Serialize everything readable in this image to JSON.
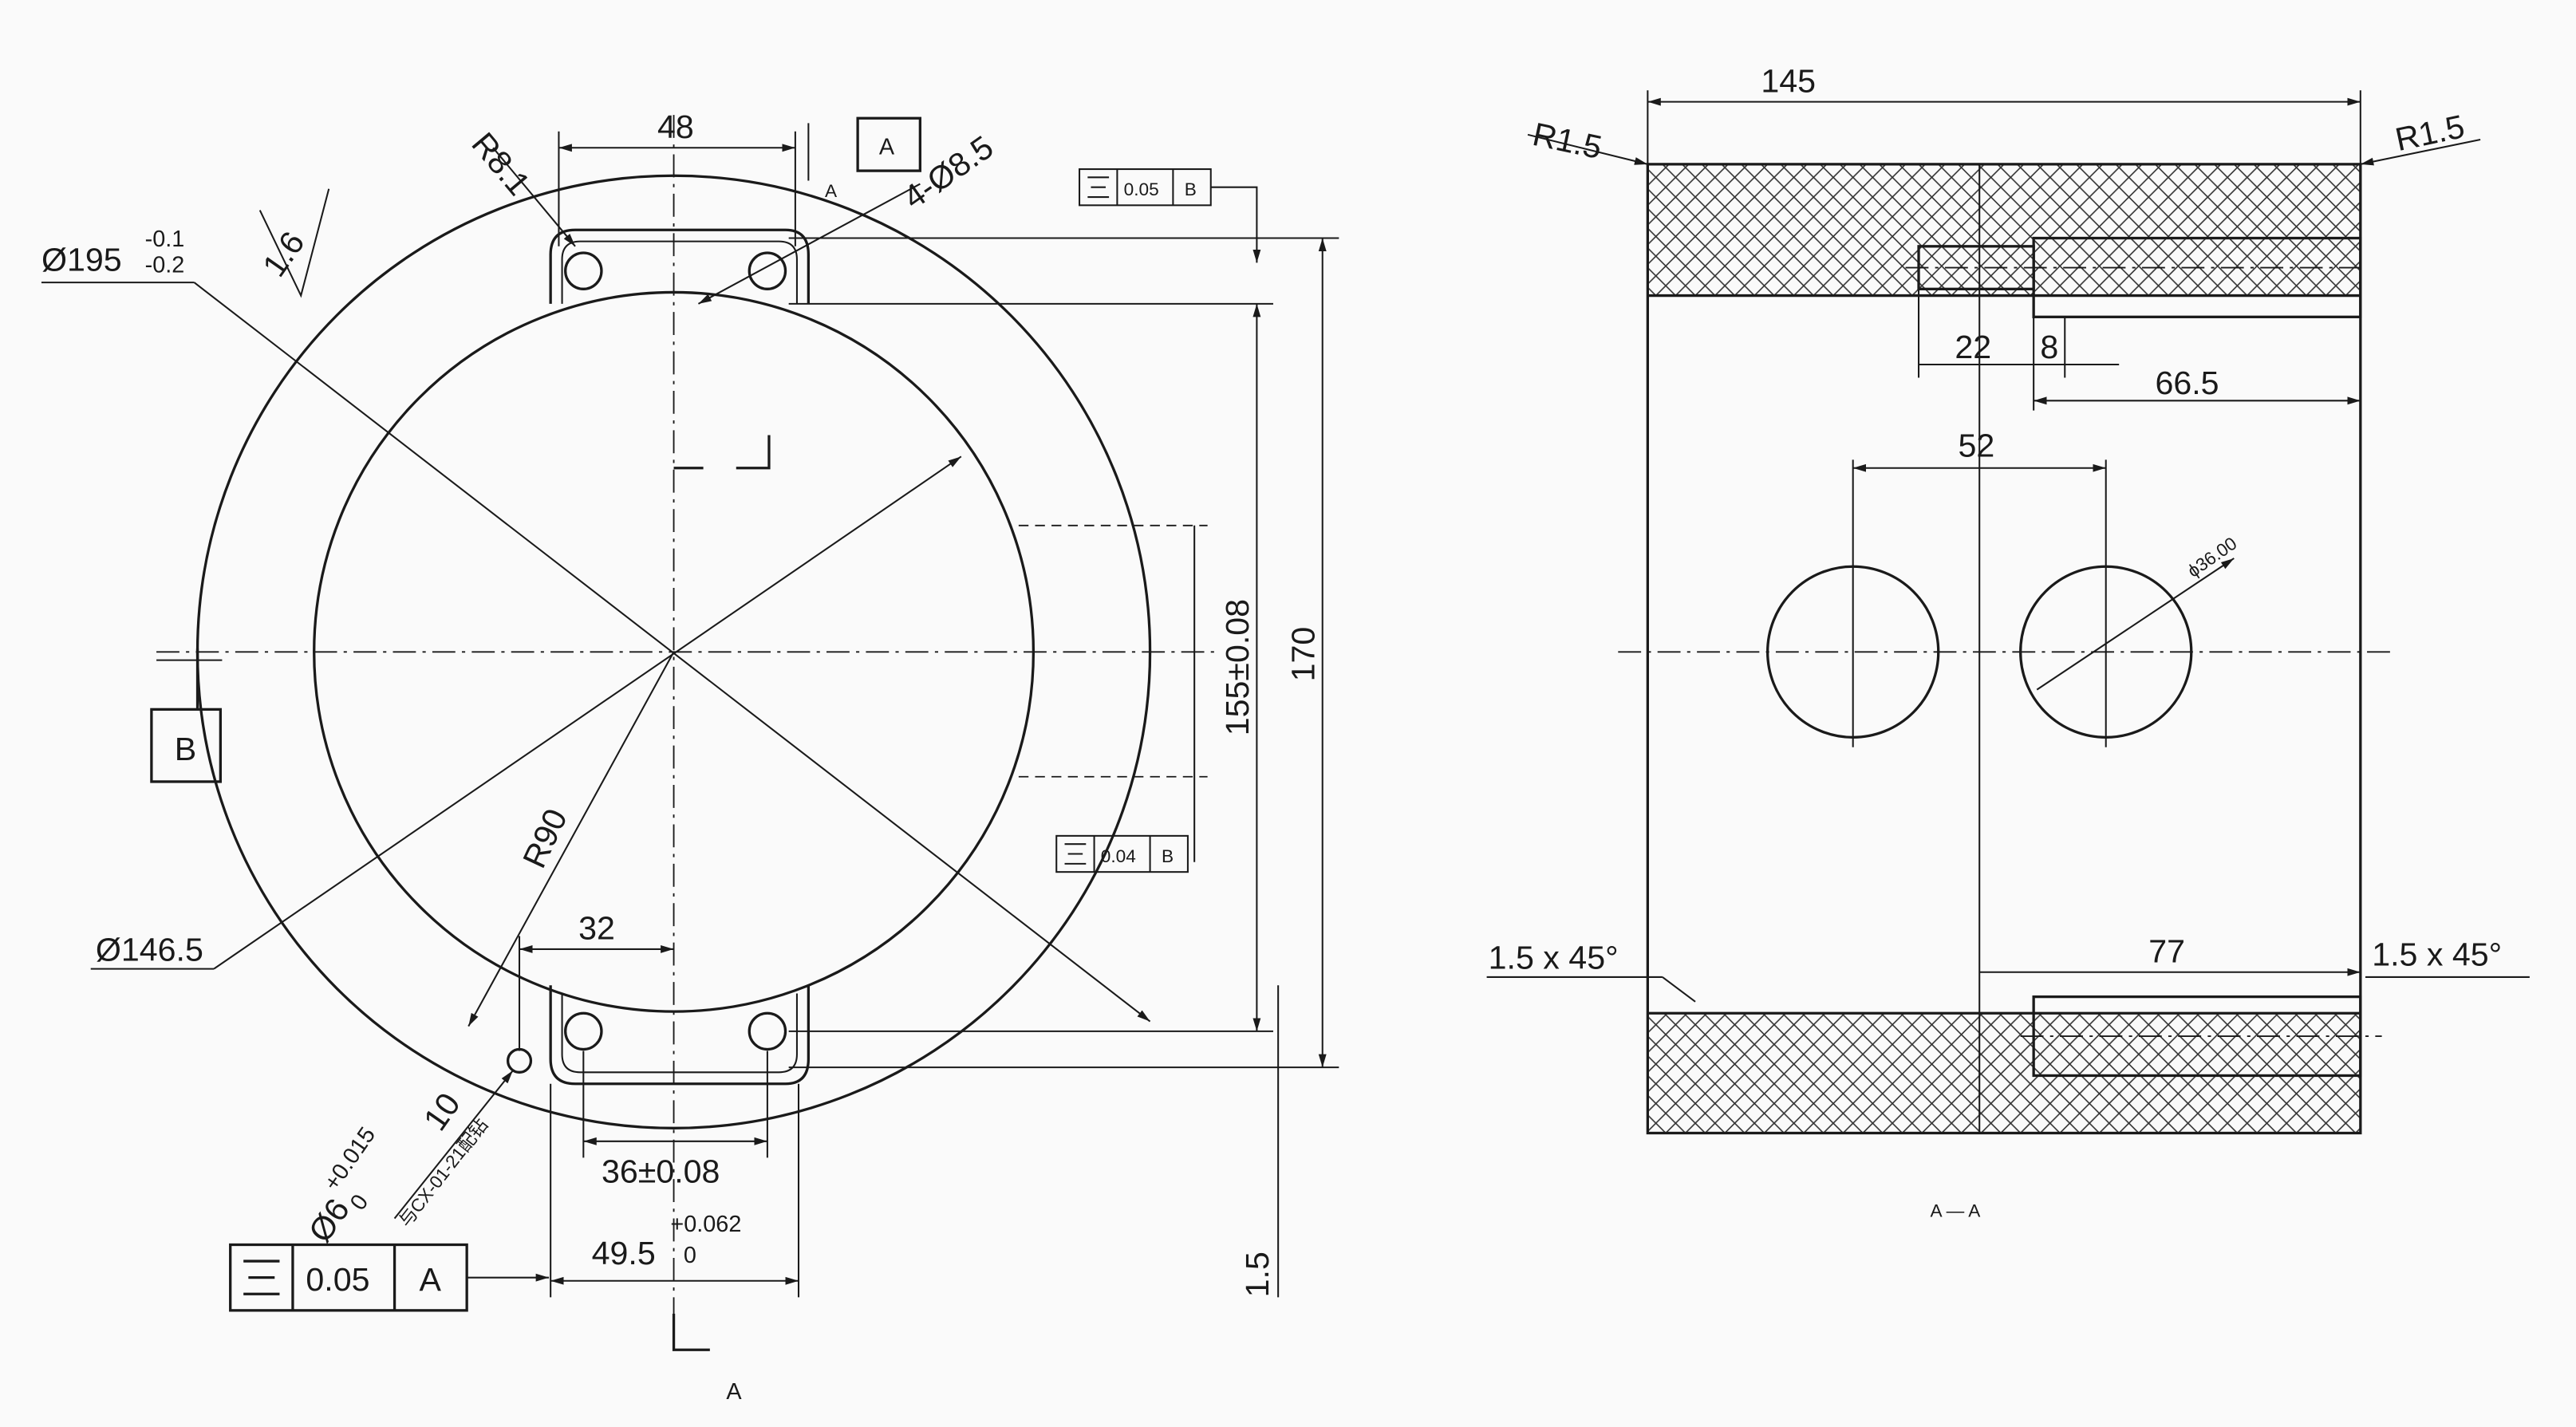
{
  "front_view": {
    "dims": {
      "width_48": "48",
      "r8_1": "R8.1",
      "holes": "4-Ø8.5",
      "datum_a_flag": "A",
      "outer_dia": "Ø195",
      "outer_dia_upper": "-0.1",
      "outer_dia_lower": "-0.2",
      "roughness": "1.6",
      "inner_dia": "Ø146.5",
      "r90": "R90",
      "width_32": "32",
      "width_36": "36±0.08",
      "width_49_5": "49.5",
      "width_49_5_upper": "+0.062",
      "width_49_5_lower": "0",
      "pin_dia": "Ø6",
      "pin_upper": "+0.015",
      "pin_lower": "0",
      "pin_depth": "10",
      "pin_note": "与CX-01-21配钻",
      "height_155": "155±0.08",
      "height_170": "170",
      "offset_1_5": "1.5",
      "section_mark": "A",
      "datum_b": "B"
    },
    "tolerance_frames": [
      {
        "symbol": "symmetry",
        "value": "0.05",
        "datum": "B"
      },
      {
        "symbol": "symmetry",
        "value": "0.04",
        "datum": "B"
      },
      {
        "symbol": "symmetry",
        "value": "0.05",
        "datum": "A"
      }
    ]
  },
  "section_view": {
    "title": "A — A",
    "dims": {
      "length_145": "145",
      "r_left": "R1.5",
      "r_right": "R1.5",
      "d22": "22",
      "d8": "8",
      "d66_5": "66.5",
      "d52": "52",
      "hole_dia": "ϕ36.00",
      "chamfer_left": "1.5 x 45°",
      "chamfer_right": "1.5 x 45°",
      "d77": "77"
    }
  }
}
